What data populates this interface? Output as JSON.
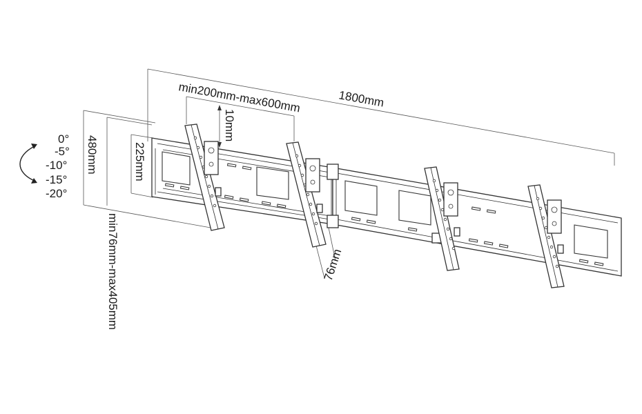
{
  "dimensions": {
    "total_width": "1800mm",
    "arm_spacing": "min200mm-max600mm",
    "lateral_shift": "10mm",
    "overall_height": "480mm",
    "rail_height": "225mm",
    "wall_distance": "76mm",
    "vertical_range": "min76mm-max405mm"
  },
  "tilt_angles": [
    "0°",
    "-5°",
    "-10°",
    "-15°",
    "-20°"
  ],
  "icons": {
    "tilt_arrow": "curved-double-arrow-icon"
  }
}
